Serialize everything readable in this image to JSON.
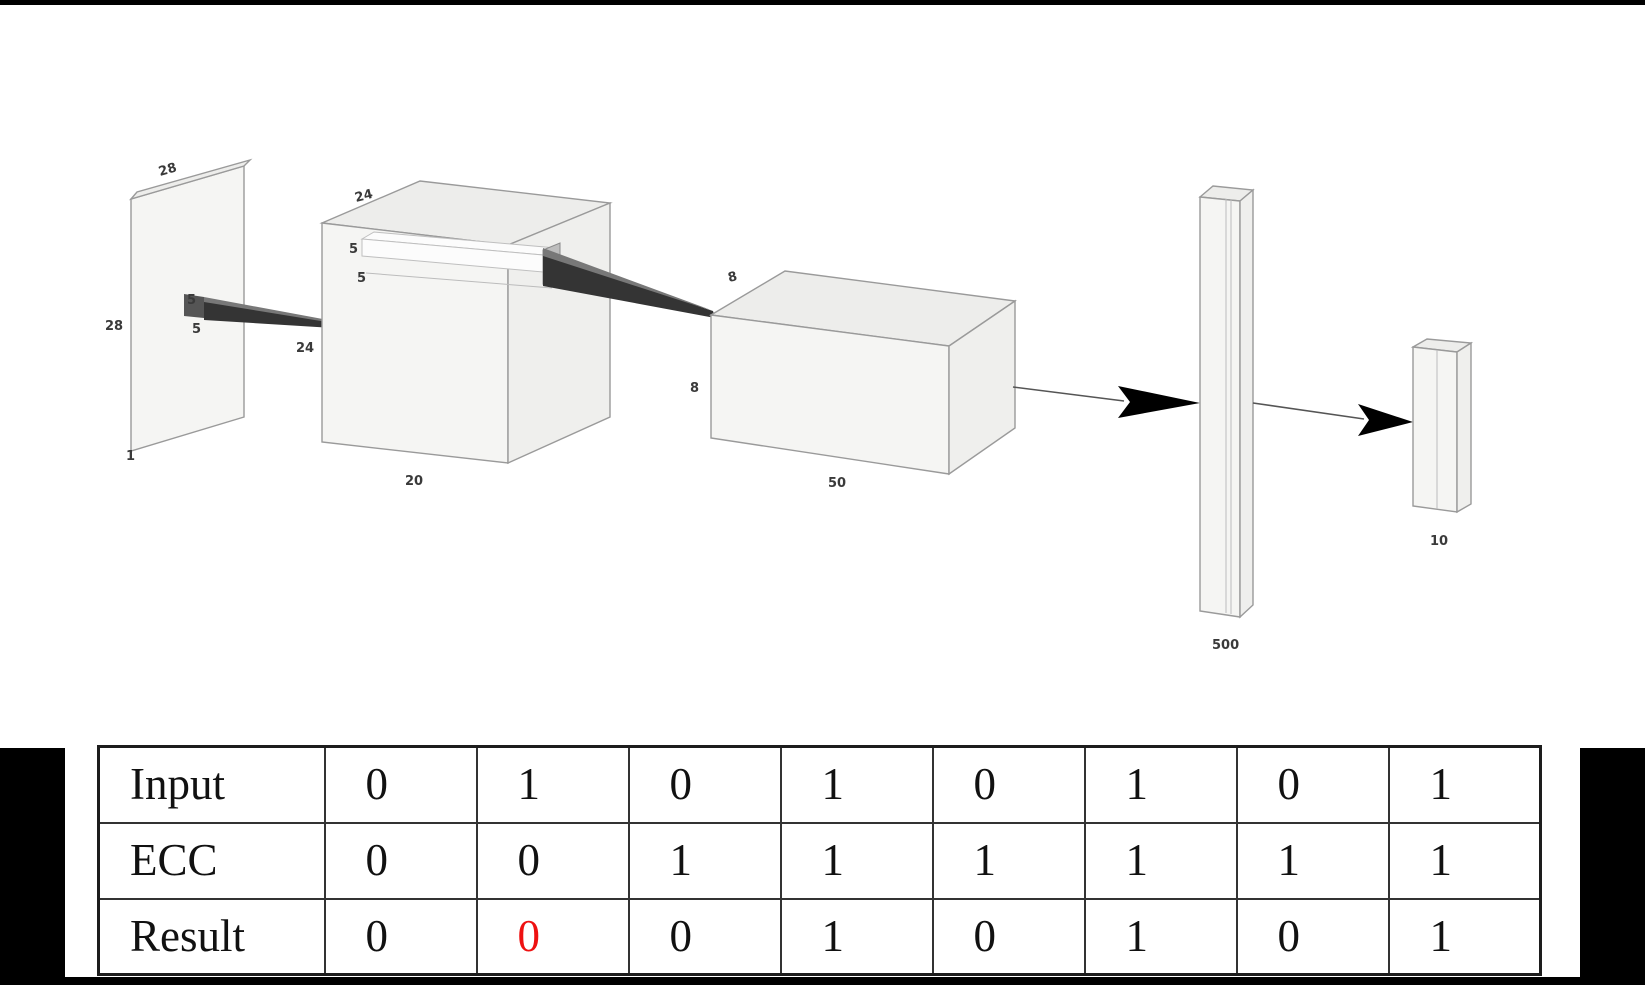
{
  "colors": {
    "error_text": "#ee1111",
    "frame_bar": "#000000",
    "box_fill": "#f5f5f3",
    "box_edge": "#9a9a9a"
  },
  "diagram": {
    "input_layer": {
      "top_dim": "28",
      "side_dim": "28",
      "channels": "1",
      "kernel_h": "5",
      "kernel_w": "5"
    },
    "conv1_layer": {
      "top_dim": "24",
      "side_dim": "24",
      "channels": "20",
      "pool_h": "5",
      "pool_w": "5"
    },
    "conv2_layer": {
      "top_dim": "8",
      "side_dim": "8",
      "channels": "50"
    },
    "fc_layer": {
      "units": "500"
    },
    "output_layer": {
      "units": "10"
    }
  },
  "table": {
    "rows": [
      {
        "label": "Input",
        "values": [
          "0",
          "1",
          "0",
          "1",
          "0",
          "1",
          "0",
          "1"
        ]
      },
      {
        "label": "ECC",
        "values": [
          "0",
          "0",
          "1",
          "1",
          "1",
          "1",
          "1",
          "1"
        ]
      },
      {
        "label": "Result",
        "values": [
          "0",
          "0",
          "0",
          "1",
          "0",
          "1",
          "0",
          "1"
        ]
      }
    ],
    "error_cell": {
      "row": "Result",
      "column_index": 1
    }
  }
}
